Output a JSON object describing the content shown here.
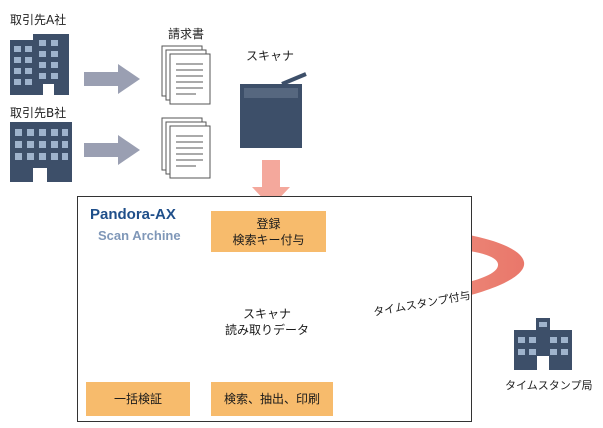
{
  "labels": {
    "company_a": "取引先A社",
    "company_b": "取引先B社",
    "invoice": "請求書",
    "scanner": "スキャナ",
    "tsa": "タイムスタンプ局",
    "timestamp_flow": "タイムスタンプ付与"
  },
  "system": {
    "brand_line1": "Pandora-AX",
    "brand_line2": "Scan Archine"
  },
  "boxes": {
    "register_line1": "登録",
    "register_line2": "検索キー付与",
    "db_line1": "スキャナ",
    "db_line2": "読み取りデータ",
    "verify": "一括検証",
    "search": "検索、抽出、印刷"
  },
  "colors": {
    "building": "#3d4f69",
    "window": "#9fb3cc",
    "arrow_gray": "#9a9fb2",
    "arrow_pink": "#f4a89c",
    "box_orange": "#f7bb6c",
    "db_fill": "#cfe2f3",
    "brand_blue": "#1f4f8a"
  }
}
